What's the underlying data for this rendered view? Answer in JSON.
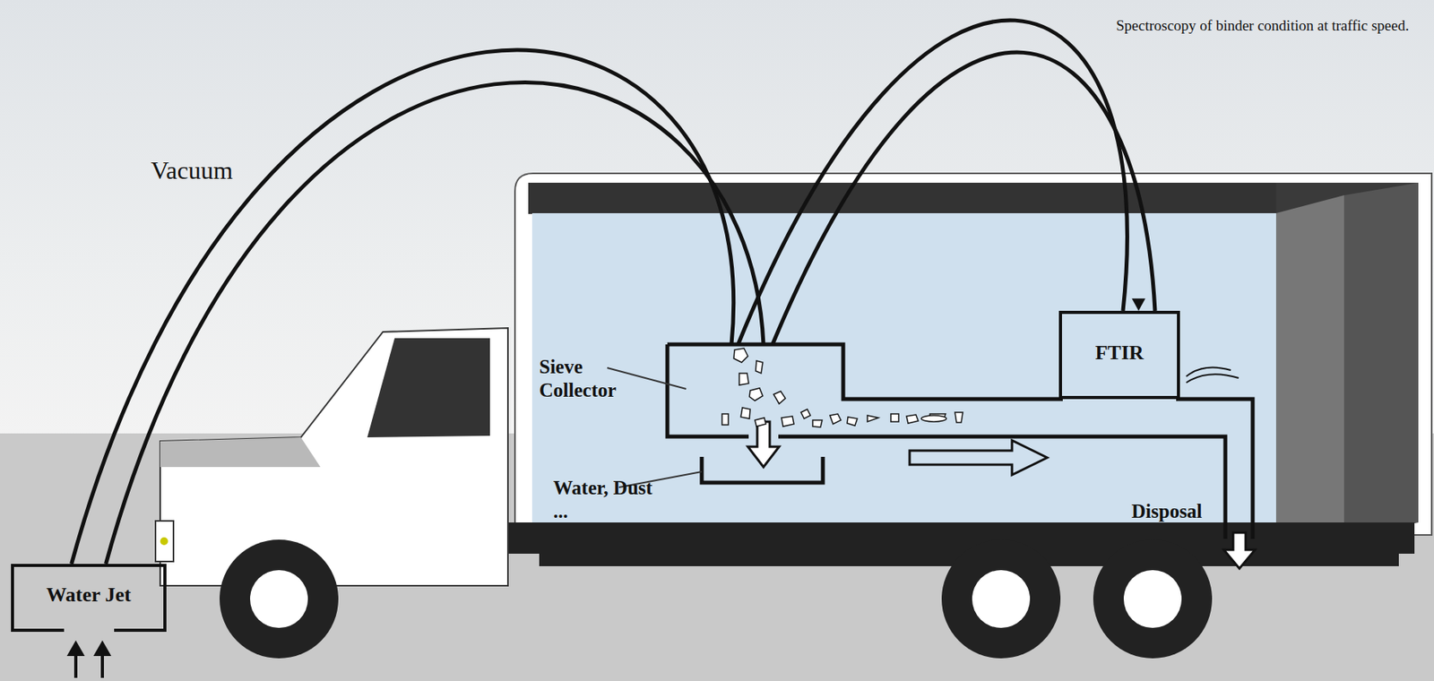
{
  "diagram": {
    "title": "Spectroscopy of binder condition at traffic speed.",
    "nodes": [
      {
        "text": [
          "Water Jet"
        ]
      },
      {
        "text": [
          "Sieve Collector"
        ]
      },
      {
        "text": [
          "FTIR"
        ]
      }
    ],
    "edges": [
      {
        "from": 0,
        "to": 1,
        "arrow": "none",
        "label": "Vacuum"
      },
      {
        "from": 1,
        "to": 2,
        "arrow": "to"
      }
    ],
    "labels": [
      "Water, Dust ...",
      "Disposal"
    ]
  }
}
